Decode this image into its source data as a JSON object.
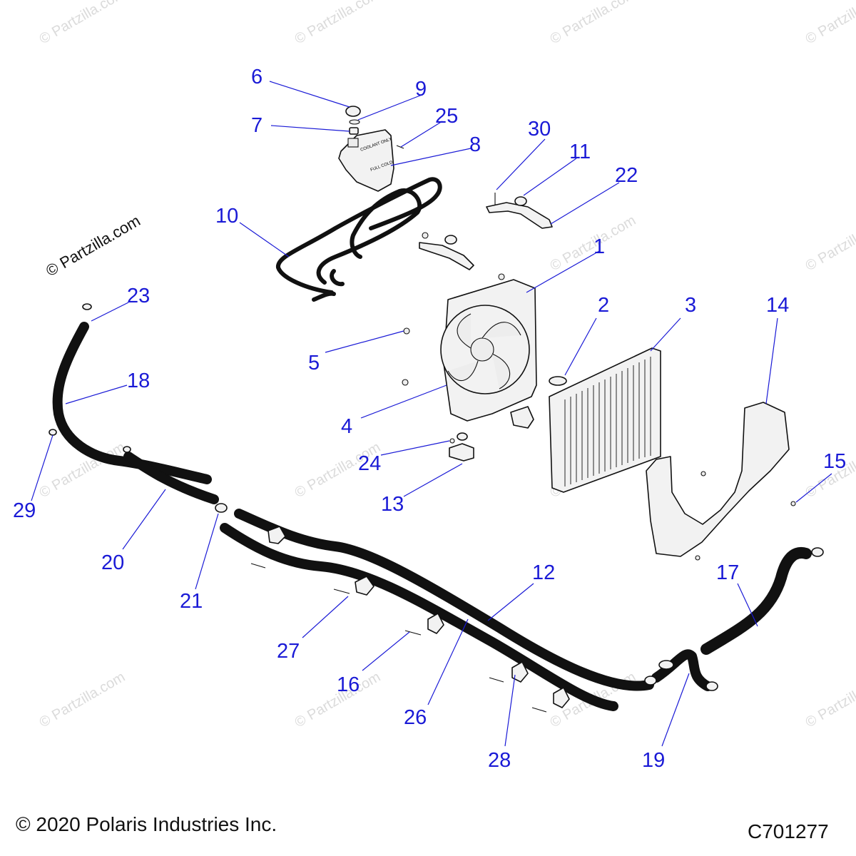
{
  "watermark": "© Partzilla.com",
  "footer": {
    "copyright": "© 2020 Polaris Industries Inc.",
    "diagram_id": "C701277"
  },
  "callouts": [
    "1",
    "2",
    "3",
    "4",
    "5",
    "6",
    "7",
    "8",
    "9",
    "10",
    "11",
    "12",
    "13",
    "14",
    "15",
    "16",
    "17",
    "18",
    "19",
    "20",
    "21",
    "22",
    "23",
    "24",
    "25",
    "26",
    "27",
    "28",
    "29",
    "30"
  ],
  "colors": {
    "callout": "#1a1ad6",
    "line_art": "#111111",
    "watermark": "#cfcfcf"
  }
}
